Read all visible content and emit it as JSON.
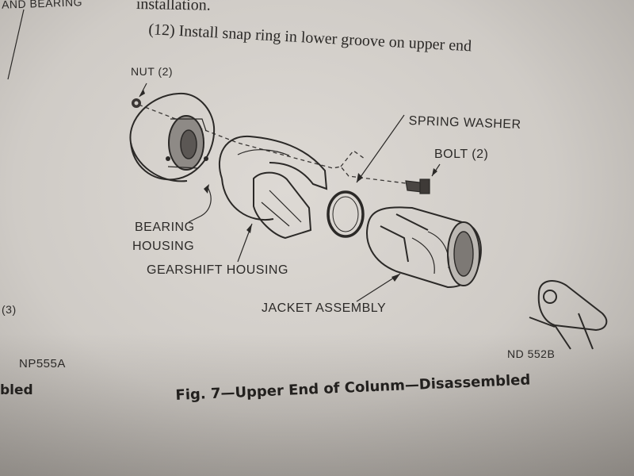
{
  "page": {
    "margin_left_header": "AND BEARING",
    "text_line_1": "installation.",
    "text_line_2": "(12) Install snap ring in lower groove on upper end",
    "margin_left_ref": "(3)",
    "margin_left_code": "NP555A",
    "margin_left_fragment": "bled"
  },
  "figure": {
    "labels": {
      "nut": "NUT (2)",
      "spring_washer": "SPRING WASHER",
      "bolt": "BOLT (2)",
      "bearing_housing_1": "BEARING",
      "bearing_housing_2": "HOUSING",
      "gearshift_housing": "GEARSHIFT HOUSING",
      "jacket_assembly": "JACKET ASSEMBLY"
    },
    "code": "ND 552B",
    "caption": "Fig. 7—Upper End of Colunm—Disassembled"
  }
}
